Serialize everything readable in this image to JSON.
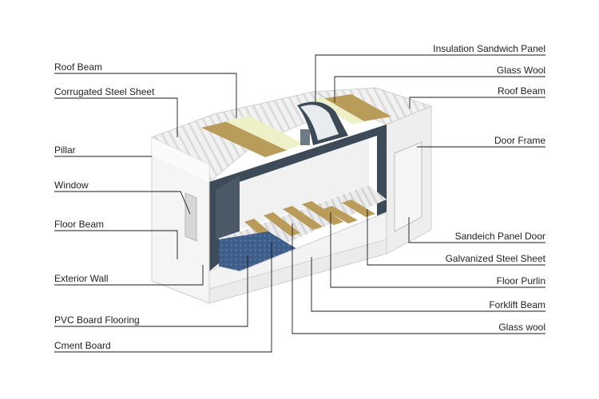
{
  "labels": {
    "roof_beam_left": "Roof Beam",
    "corrugated_steel_sheet": "Corrugated Steel Sheet",
    "pillar": "Pillar",
    "window": "Window",
    "floor_beam": "Floor Beam",
    "exterior_wall": "Exterior Wall",
    "pvc_board_flooring": "PVC Board Flooring",
    "cment_board": "Cment Board",
    "insulation_sandwich_panel": "Insulation Sandwich Panel",
    "glass_wool_top": "Glass Wool",
    "roof_beam_right": "Roof Beam",
    "door_frame": "Door Frame",
    "sandeich_panel_door": "Sandeich Panel Door",
    "galvanized_steel_sheet": "Galvanized Steel Sheet",
    "floor_purlin": "Floor Purlin",
    "forklift_beam": "Forklift Beam",
    "glass_wool_bottom": "Glass wool"
  },
  "colors": {
    "panel_white": "#f4f4f4",
    "panel_shade": "#e2e2e2",
    "frame_dark": "#3d4a58",
    "glass_wool": "#b99c5a",
    "insulation_cream": "#eef0c8",
    "pvc_floor": "#3f5f8a",
    "leader_line": "#1a1a1a"
  }
}
